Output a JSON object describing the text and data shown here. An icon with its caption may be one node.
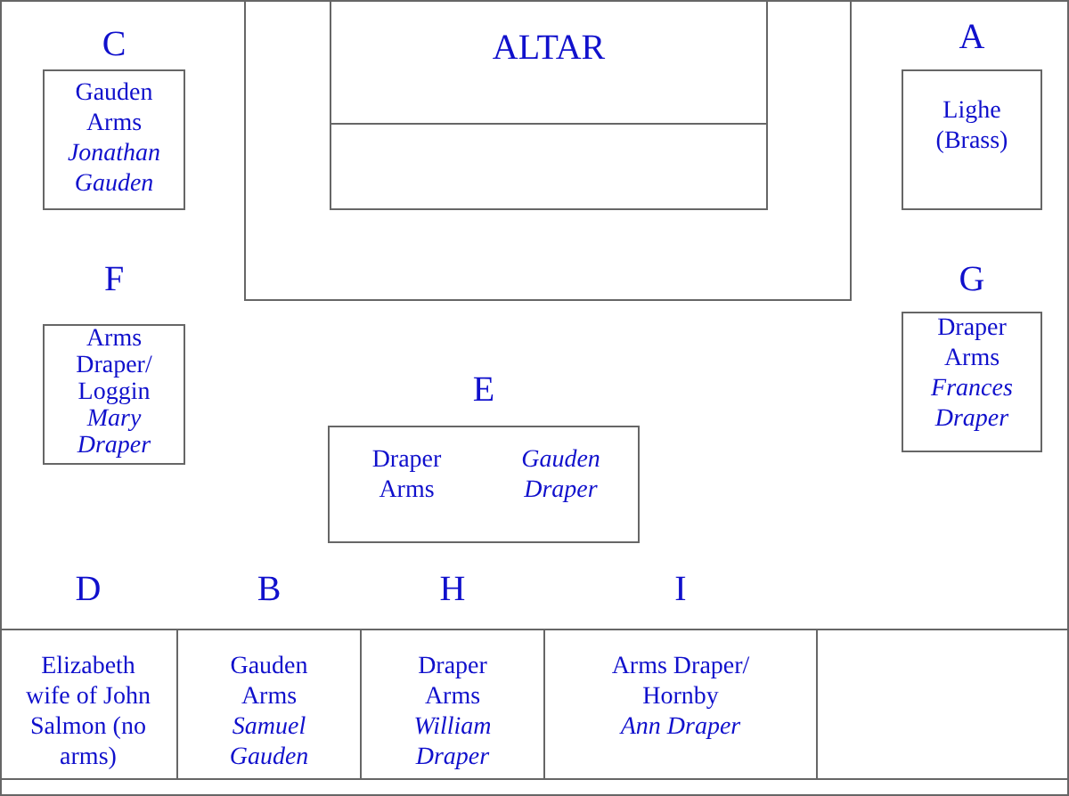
{
  "diagram": {
    "nodes": [
      {
        "text": [
          "C",
          "Gauden Arms",
          "Jonathan Gauden"
        ]
      },
      {
        "text": [],
        "shape": "box"
      },
      {
        "text": [
          "ALTAR"
        ],
        "in": 1
      },
      {
        "text": [],
        "shape": "box",
        "in": 1
      },
      {
        "text": [
          "A",
          "Lighe (Brass)"
        ]
      },
      {
        "text": [
          "F",
          "Arms Draper/Loggin",
          "Mary Draper"
        ]
      },
      {
        "text": [
          "G",
          "Draper Arms",
          "Frances Draper"
        ]
      },
      {
        "text": [
          "E",
          "Draper Arms",
          "Gauden Draper"
        ]
      },
      {
        "text": [
          "D",
          "Elizabeth wife of John Salmon (no arms)"
        ]
      },
      {
        "text": [
          "B",
          "Gauden Arms",
          "Samuel Gauden"
        ]
      },
      {
        "text": [
          "H",
          "Draper Arms",
          "William Draper"
        ]
      },
      {
        "text": [
          "I",
          "Arms Draper/Hornby",
          "Ann Draper"
        ]
      },
      {
        "text": [],
        "shape": "box"
      }
    ]
  }
}
